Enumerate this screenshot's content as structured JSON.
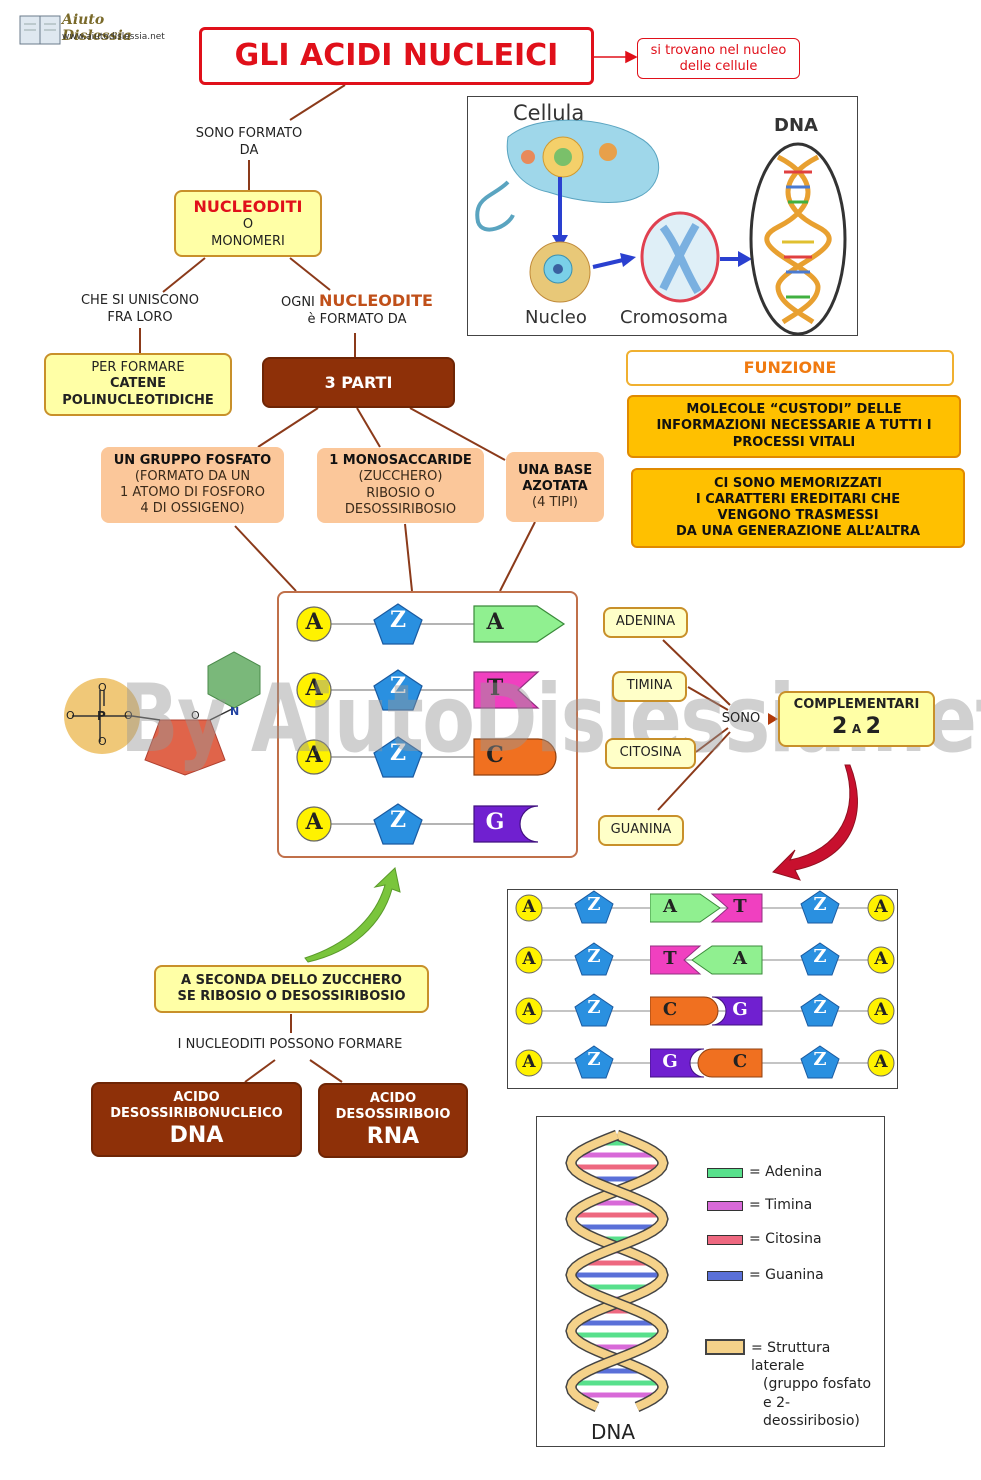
{
  "logo": {
    "title": "Aiuto Dislessia",
    "url": "www.aiutodislessia.net"
  },
  "title": "GLI ACIDI NUCLEICI",
  "title_note": [
    "si trovano nel nucleo",
    "delle cellule"
  ],
  "sono_formato_da": [
    "SONO FORMATO",
    "DA"
  ],
  "nucleotidi": {
    "head": "NUCLEODITI",
    "line2": "O",
    "line3": "MONOMERI"
  },
  "si_uniscono": [
    "CHE SI UNISCONO",
    "FRA LORO"
  ],
  "ogni": {
    "pre": "OGNI",
    "word": "NUCLEODITE",
    "post": "è FORMATO DA"
  },
  "catene": {
    "line1": "PER FORMARE",
    "line2": "CATENE",
    "line3": "POLINUCLEOTIDICHE"
  },
  "tre_parti": "3 PARTI",
  "fosfato": {
    "head": "UN GRUPPO FOSFATO",
    "lines": [
      "(FORMATO DA UN",
      "1 ATOMO DI FOSFORO",
      "4 DI OSSIGENO)"
    ]
  },
  "zucchero": {
    "head": "1 MONOSACCARIDE",
    "lines": [
      "(ZUCCHERO)",
      "RIBOSIO O",
      "DESOSSIRIBOSIO"
    ]
  },
  "base": {
    "head1": "UNA BASE",
    "head2": "AZOTATA",
    "line": "(4 TIPI)"
  },
  "cell_image": {
    "cellula": "Cellula",
    "dna": "DNA",
    "nucleo": "Nucleo",
    "cromosoma": "Cromosoma"
  },
  "funzione": {
    "title": "FUNZIONE",
    "box1": [
      "MOLECOLE “CUSTODI” DELLE",
      "INFORMAZIONI NECESSARIE A TUTTI I",
      "PROCESSI VITALI"
    ],
    "box2": [
      "CI SONO MEMORIZZATI",
      "I CARATTERI EREDITARI CHE",
      "VENGONO TRASMESSI",
      "DA UNA GENERAZIONE ALL’ALTRA"
    ]
  },
  "molecule": {
    "o": "O",
    "p": "P",
    "n": "N"
  },
  "nucleotide_rows": [
    {
      "a": "A",
      "z": "Z",
      "base": "A",
      "color": "#90f090"
    },
    {
      "a": "A",
      "z": "Z",
      "base": "T",
      "color": "#f040c0"
    },
    {
      "a": "A",
      "z": "Z",
      "base": "C",
      "color": "#f07020"
    },
    {
      "a": "A",
      "z": "Z",
      "base": "G",
      "color": "#7020d0"
    }
  ],
  "basi": [
    "ADENINA",
    "TIMINA",
    "CITOSINA",
    "GUANINA"
  ],
  "sono": "SONO",
  "complementari": {
    "line1": "COMPLEMENTARI",
    "n1": "2",
    "a": "A",
    "n2": "2"
  },
  "pairs": [
    {
      "left": "A",
      "right": "T"
    },
    {
      "left": "T",
      "right": "A"
    },
    {
      "left": "C",
      "right": "G"
    },
    {
      "left": "G",
      "right": "C"
    }
  ],
  "watermark": "By AiutoDislessia.net",
  "seconda": [
    "A SECONDA DELLO ZUCCHERO",
    "SE RIBOSIO O DESOSSIRIBOSIO"
  ],
  "possono": "I NUCLEODITI POSSONO FORMARE",
  "dna_box": {
    "line1": "ACIDO",
    "line2": "DESOSSIRIBONUCLEICO",
    "line3": "DNA"
  },
  "rna_box": {
    "line1": "ACIDO",
    "line2": "DESOSSIRIBOIO",
    "line3": "RNA"
  },
  "legend": {
    "items": [
      {
        "label": "= Adenina",
        "color": "#58e08c"
      },
      {
        "label": "= Timina",
        "color": "#d86ad8"
      },
      {
        "label": "= Citosina",
        "color": "#ee6880"
      },
      {
        "label": "= Guanina",
        "color": "#5a70d8"
      }
    ],
    "struttura": [
      "= Struttura laterale",
      "(gruppo fosfato",
      "e 2-deossiribosio)"
    ],
    "dna": "DNA"
  }
}
